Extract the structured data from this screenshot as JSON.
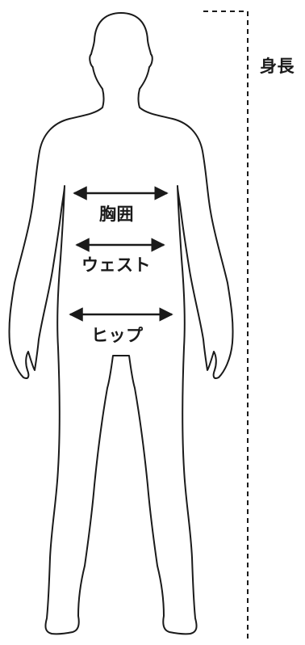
{
  "measurements": {
    "height": "身長",
    "chest": "胸囲",
    "waist": "ウェスト",
    "hip": "ヒップ"
  },
  "colors": {
    "outline": "#1a1a1a",
    "background": "#ffffff"
  },
  "icons": {
    "figure": "human-body-outline-icon",
    "arrow": "double-headed-arrow-icon"
  }
}
